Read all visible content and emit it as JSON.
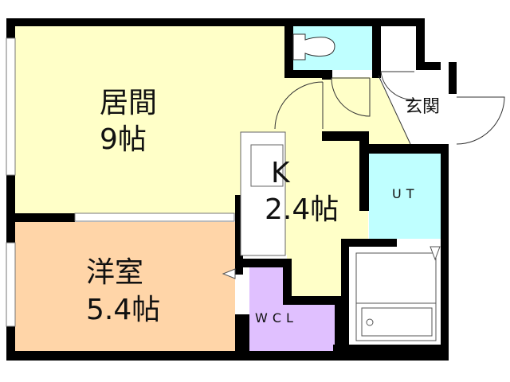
{
  "floorplan": {
    "colors": {
      "wall": "#000000",
      "living": "#FFFFC8",
      "western": "#FFD5A8",
      "kitchen": "#FFFFC8",
      "wet_area": "#BFFFFF",
      "closet": "#E0C0FF",
      "entrance": "#FFFFFF"
    },
    "rooms": {
      "living": {
        "name": "居間",
        "size": "9帖"
      },
      "western": {
        "name": "洋室",
        "size": "5.4帖"
      },
      "kitchen": {
        "name": "K",
        "size": "2.4帖"
      },
      "utility": {
        "name": "UT"
      },
      "closet": {
        "name": "WCL"
      },
      "entrance": {
        "name": "玄関"
      }
    }
  }
}
